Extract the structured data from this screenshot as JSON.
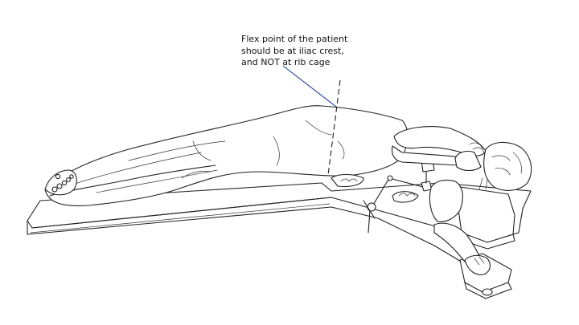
{
  "annotation": {
    "lines": [
      "Flex point of the patient",
      "should be at iliac crest,",
      "and NOT at rib cage"
    ]
  },
  "colors": {
    "ink": "#222222",
    "leader": "#1f3f8f",
    "background": "#ffffff"
  }
}
